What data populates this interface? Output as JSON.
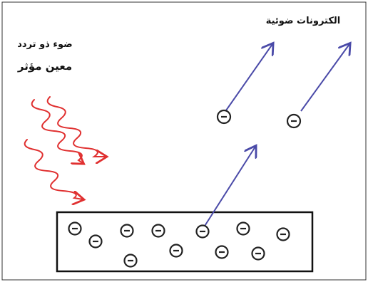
{
  "labels": {
    "light_line1": "ضوء ذو تردد",
    "light_line2": "معين مؤثر",
    "photoelectrons": "الكترونات ضوئية"
  },
  "electron_symbol": "⊖",
  "colors": {
    "light_wave": "#e03030",
    "electron_path": "#4a4aa8",
    "frame": "#333333",
    "metal_outline": "#111111",
    "electron_fill": "#ffffff",
    "electron_stroke": "#222222"
  }
}
